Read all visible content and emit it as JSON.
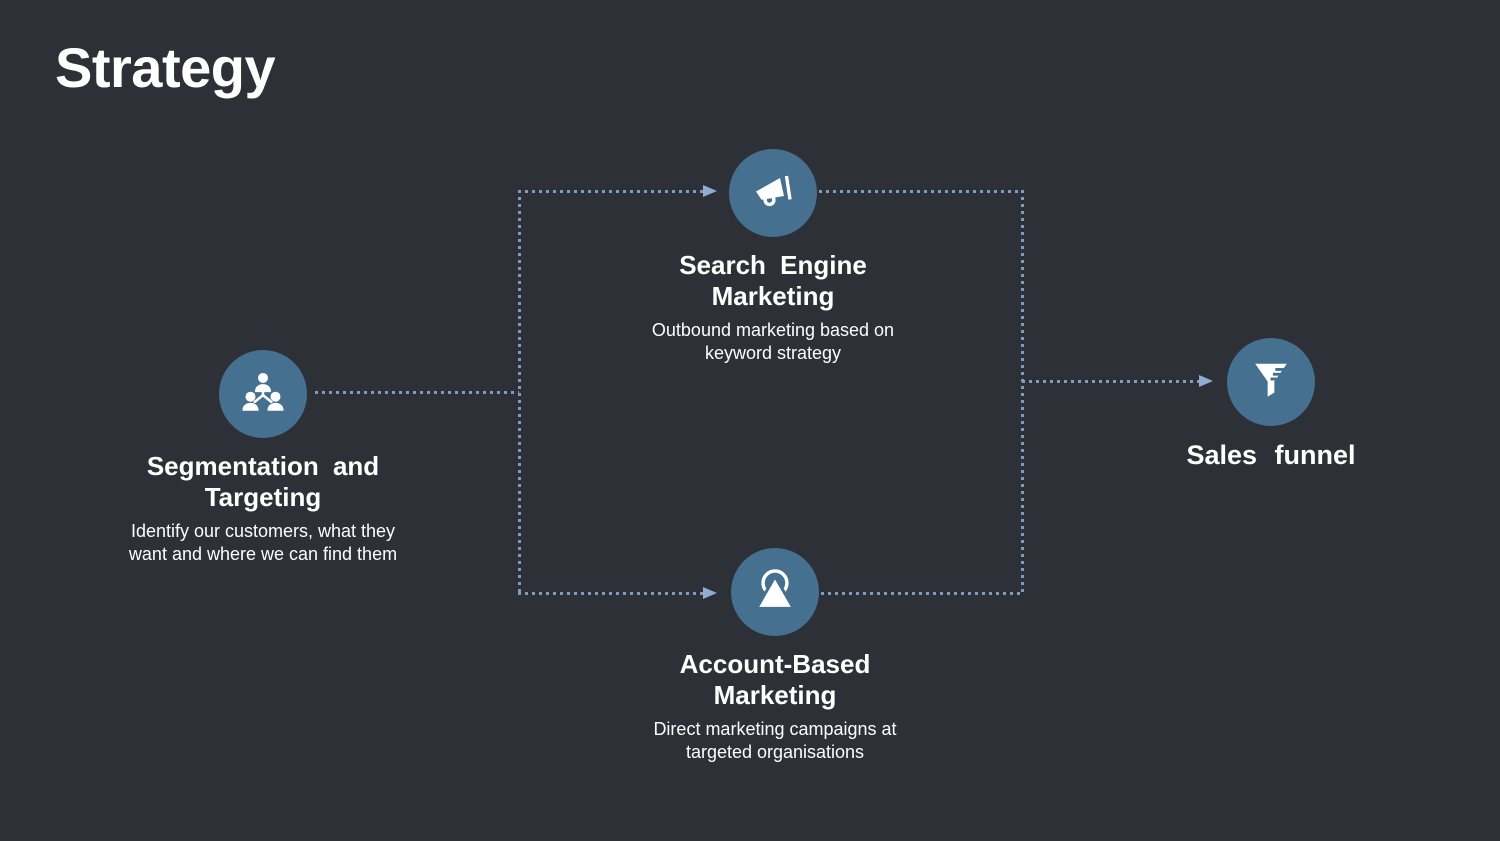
{
  "slide": {
    "title": "Strategy"
  },
  "colors": {
    "background": "#2d3036",
    "circle": "#45708f",
    "connector": "#7e9cbe",
    "arrow": "#8fadd0",
    "text": "#ffffff"
  },
  "nodes": {
    "segmentation": {
      "icon": "team-network-icon",
      "title_line1": "Segmentation and",
      "title_line2": "Targeting",
      "desc_line1": "Identify our customers, what they",
      "desc_line2": "want and where we can find them"
    },
    "sem": {
      "icon": "megaphone-icon",
      "title_line1": "Search Engine",
      "title_line2": "Marketing",
      "desc_line1": "Outbound marketing based on",
      "desc_line2": "keyword strategy"
    },
    "abm": {
      "icon": "account-target-icon",
      "title_line1": "Account-Based",
      "title_line2": "Marketing",
      "desc_line1": "Direct marketing campaigns at",
      "desc_line2": "targeted organisations"
    },
    "funnel": {
      "icon": "funnel-icon",
      "label": "Sales funnel"
    }
  }
}
